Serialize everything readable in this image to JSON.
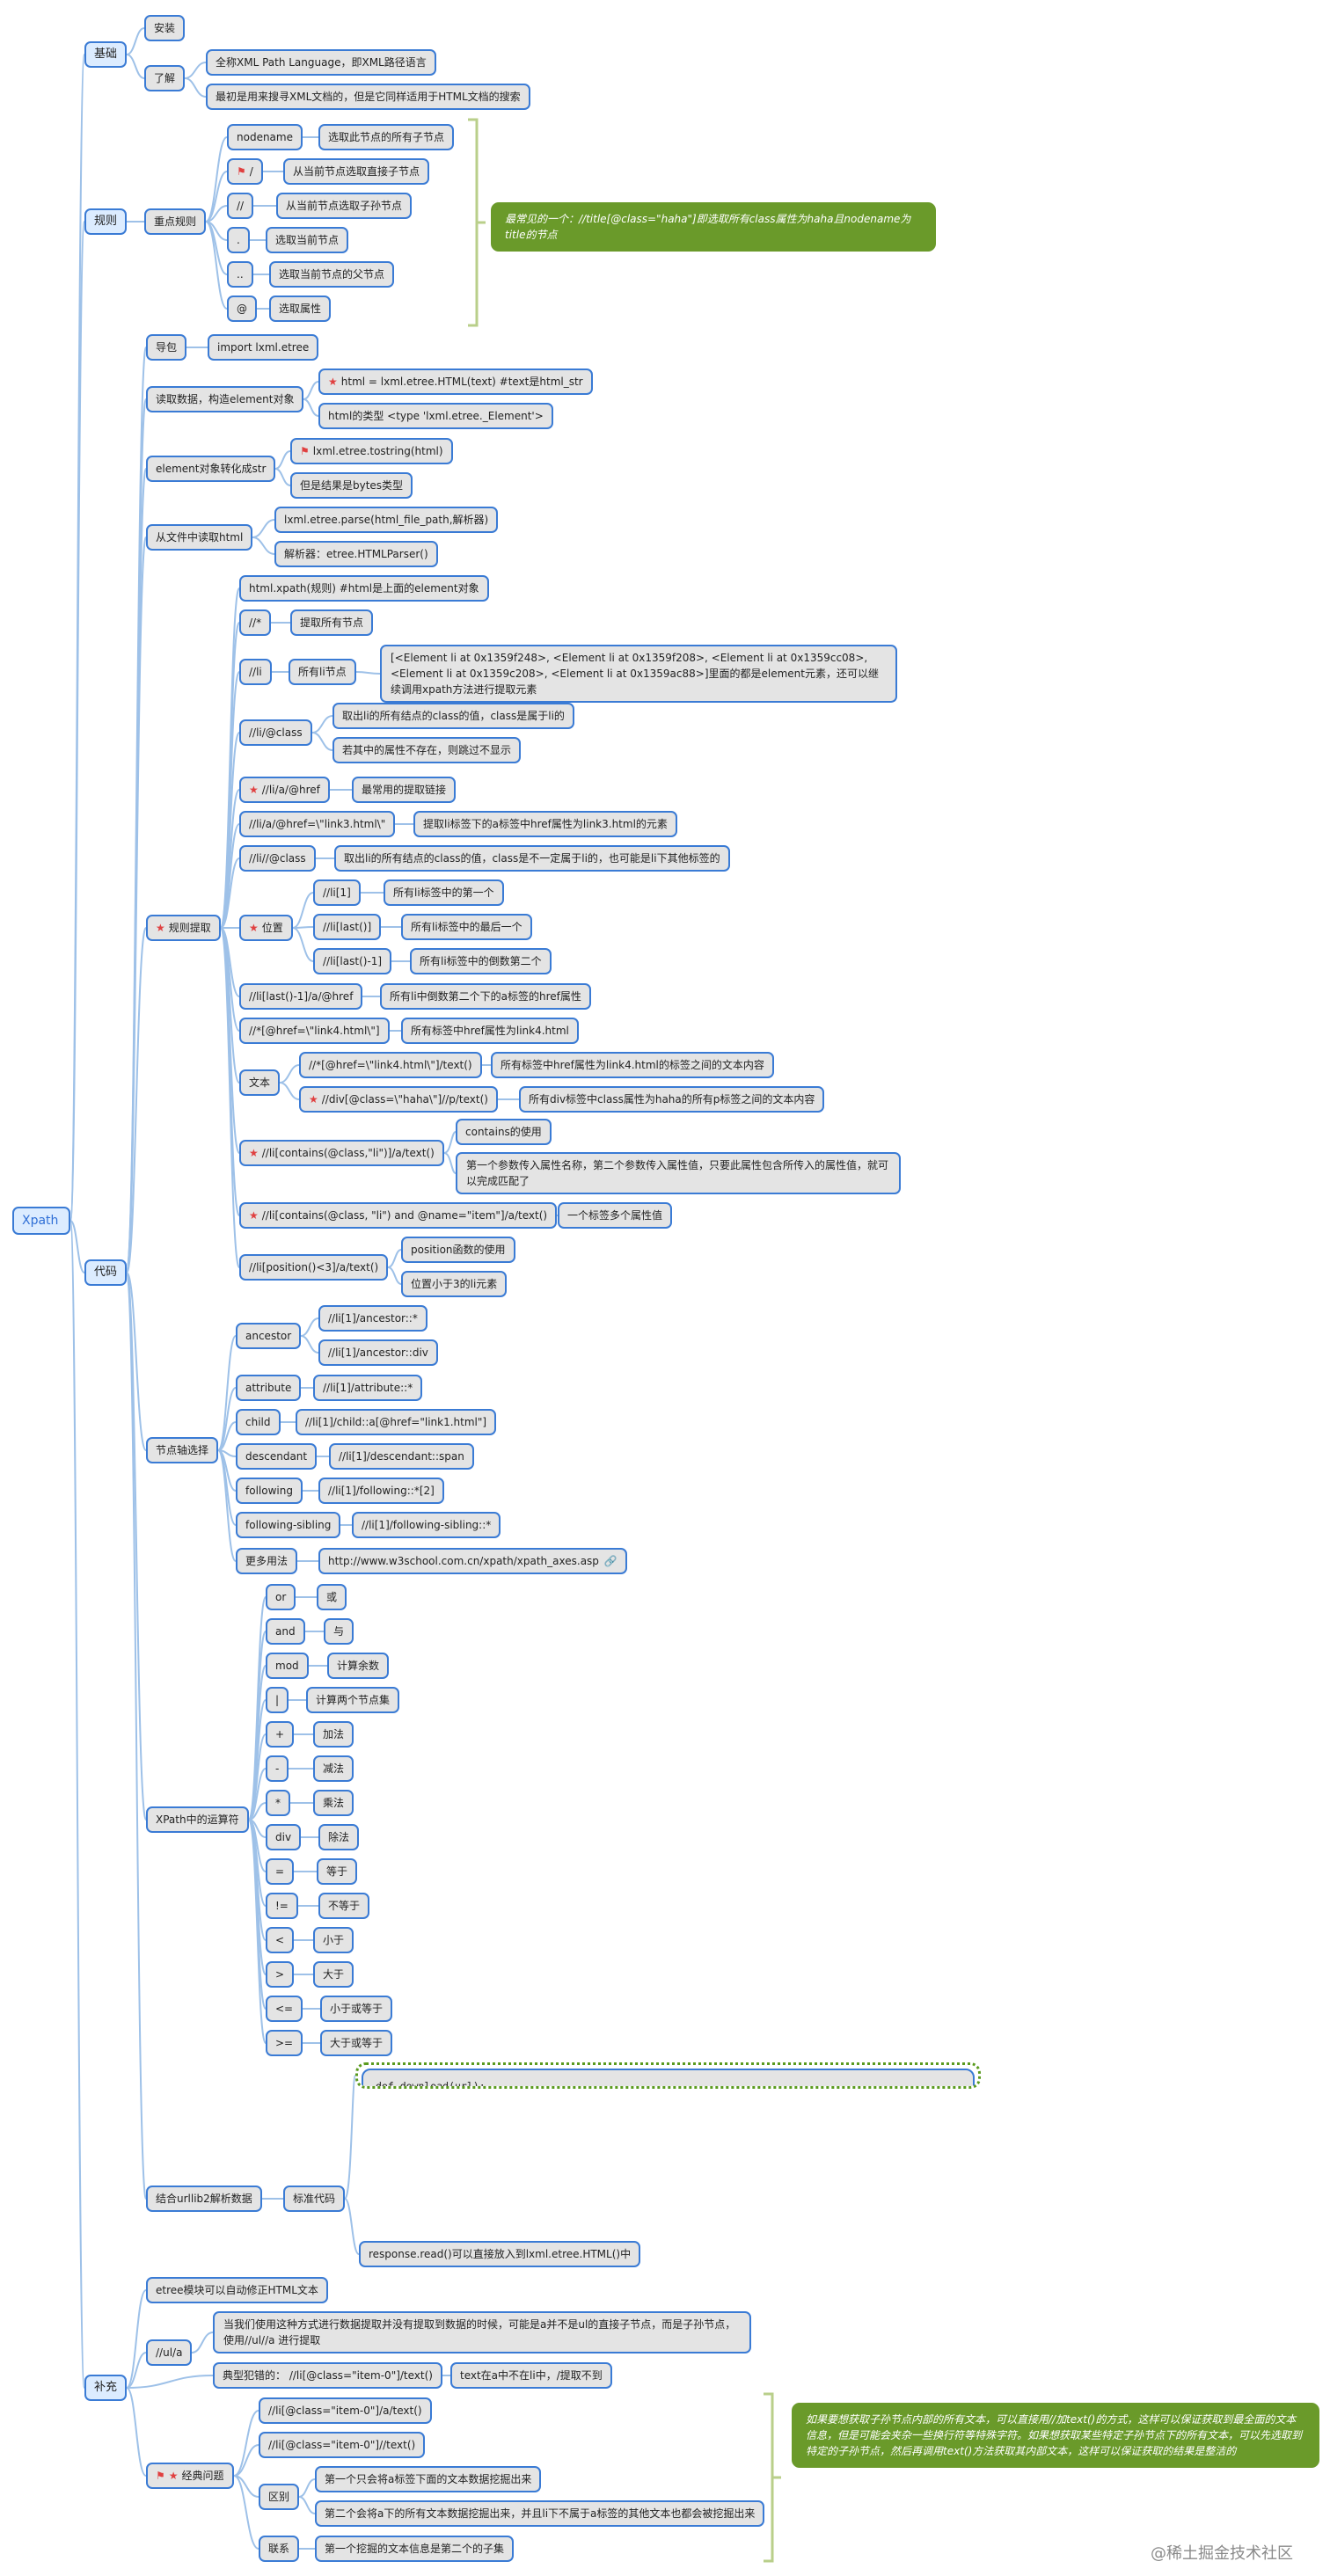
{
  "diagram": {
    "root": "Xpath",
    "nodes": {
      "jichu": "基础",
      "anzhuang": "安装",
      "liaojie": "了解",
      "liaojie_1": "全称XML Path Language，即XML路径语言",
      "liaojie_2": "最初是用来搜寻XML文档的，但是它同样适用于HTML文档的搜索",
      "guize": "规则",
      "zhongdian": "重点规则",
      "r_nodename": "nodename",
      "r_nodename_d": "选取此节点的所有子节点",
      "r_slash": "/",
      "r_slash_d": "从当前节点选取直接子节点",
      "r_dslash": "//",
      "r_dslash_d": "从当前节点选取子孙节点",
      "r_dot": ".",
      "r_dot_d": "选取当前节点",
      "r_ddot": "..",
      "r_ddot_d": "选取当前节点的父节点",
      "r_at": "@",
      "r_at_d": "选取属性",
      "guize_note": "最常见的一个：//title[@class=\"haha\"]即选取所有class属性为haha且nodename为title的节点",
      "daima": "代码",
      "daobao": "导包",
      "daobao_1": "import lxml.etree",
      "duqu": "读取数据，构造element对象",
      "duqu_1": "html = lxml.etree.HTML(text)  #text是html_str",
      "duqu_2": "html的类型  <type 'lxml.etree._Element'>",
      "elem2str": "element对象转化成str",
      "elem2str_1": "lxml.etree.tostring(html)",
      "elem2str_2": "但是结果是bytes类型",
      "fromfile": "从文件中读取html",
      "fromfile_1": "lxml.etree.parse(html_file_path,解析器)",
      "fromfile_2": "解析器：etree.HTMLParser()",
      "tiqu": "规则提取",
      "t_xpath": "html.xpath(规则)  #html是上面的element对象",
      "t_all": "//*",
      "t_all_d": "提取所有节点",
      "t_li": "//li",
      "t_li_a": "所有li节点",
      "t_li_b": "[<Element li at 0x1359f248>, <Element li at 0x1359f208>, <Element li at 0x1359cc08>, <Element li at 0x1359c208>, <Element li at 0x1359ac88>]里面的都是element元素，还可以继续调用xpath方法进行提取元素",
      "t_liclass": "//li/@class",
      "t_liclass_a": "取出li的所有结点的class的值，class是属于li的",
      "t_liclass_b": "若其中的属性不存在，则跳过不显示",
      "t_href": "//li/a/@href",
      "t_href_d": "最常用的提取链接",
      "t_link3": "//li/a/@href=\\\"link3.html\\\"",
      "t_link3_d": "提取li标签下的a标签中href属性为link3.html的元素",
      "t_lidclass": "//li//@class",
      "t_lidclass_d": "取出li的所有结点的class的值，class是不一定属于li的，也可能是li下其他标签的",
      "t_pos": "位置",
      "t_pos_1": "//li[1]",
      "t_pos_1d": "所有li标签中的第一个",
      "t_pos_2": "//li[last()]",
      "t_pos_2d": "所有li标签中的最后一个",
      "t_pos_3": "//li[last()-1]",
      "t_pos_3d": "所有li标签中的倒数第二个",
      "t_last": "//li[last()-1]/a/@href",
      "t_last_d": "所有li中倒数第二个下的a标签的href属性",
      "t_link4": "//*[@href=\\\"link4.html\\\"]",
      "t_link4_d": "所有标签中href属性为link4.html",
      "t_text": "文本",
      "t_text_1": "//*[@href=\\\"link4.html\\\"]/text()",
      "t_text_1d": "所有标签中href属性为link4.html的标签之间的文本内容",
      "t_text_2": "//div[@class=\\\"haha\\\"]//p/text()",
      "t_text_2d": "所有div标签中class属性为haha的所有p标签之间的文本内容",
      "t_contains": "//li[contains(@class,\"li\")]/a/text()",
      "t_contains_a": "contains的使用",
      "t_contains_b": "第一个参数传入属性名称，第二个参数传入属性值，只要此属性包含所传入的属性值，就可以完成匹配了",
      "t_and": "//li[contains(@class, \"li\") and @name=\"item\"]/a/text()",
      "t_and_d": "一个标签多个属性值",
      "t_position": "//li[position()<3]/a/text()",
      "t_position_a": "position函数的使用",
      "t_position_b": "位置小于3的li元素",
      "axis": "节点轴选择",
      "ax_ancestor": "ancestor",
      "ax_ancestor_1": "//li[1]/ancestor::*",
      "ax_ancestor_2": "//li[1]/ancestor::div",
      "ax_attribute": "attribute",
      "ax_attribute_1": "//li[1]/attribute::*",
      "ax_child": "child",
      "ax_child_1": "//li[1]/child::a[@href=\"link1.html\"]",
      "ax_desc": "descendant",
      "ax_desc_1": "//li[1]/descendant::span",
      "ax_following": "following",
      "ax_following_1": "//li[1]/following::*[2]",
      "ax_fsib": "following-sibling",
      "ax_fsib_1": "//li[1]/following-sibling::*",
      "ax_more": "更多用法",
      "ax_more_1": "http://www.w3school.com.cn/xpath/xpath_axes.asp",
      "ops": "XPath中的运算符",
      "op_or": "or",
      "op_or_d": "或",
      "op_and": "and",
      "op_and_d": "与",
      "op_mod": "mod",
      "op_mod_d": "计算余数",
      "op_pipe": "|",
      "op_pipe_d": "计算两个节点集",
      "op_plus": "+",
      "op_plus_d": "加法",
      "op_minus": "-",
      "op_minus_d": "减法",
      "op_mul": "*",
      "op_mul_d": "乘法",
      "op_div": "div",
      "op_div_d": "除法",
      "op_eq": "=",
      "op_eq_d": "等于",
      "op_ne": "!=",
      "op_ne_d": "不等于",
      "op_lt": "<",
      "op_lt_d": "小于",
      "op_gt": ">",
      "op_gt_d": "大于",
      "op_le": "<=",
      "op_le_d": "小于或等于",
      "op_ge": ">=",
      "op_ge_d": "大于或等于",
      "urllib": "结合urllib2解析数据",
      "biaozhun": "标准代码",
      "code": "def download(url):\n    headers = {\"User-Agent\": \"Mozilla/5.0 (compatible; MSIE 9.0; Windows NT 6.1; Trident/5.0);\"}\n    request = urllib2.Request(url,headers = headers)\n    response = urllib2.urlopen(request)\n    data = response.read()\n    html = lxml.etree.HTML(data)\n    e_html = html.xpath(\"//*[@class=\\\"emphasis\\\"]/text()\")\n    print(e_html)\n\ndownload(\"https://www.autohome.com.cn/166/#pvareaid=3311284\")",
      "urllib_note": "response.read()可以直接放入到lxml.etree.HTML()中",
      "buchong": "补充",
      "bc_fix": "etree模块可以自动修正HTML文本",
      "bc_uld": "//ul/a",
      "bc_uld_d": "当我们使用这种方式进行数据提取并没有提取到数据的时候，可能是a并不是ul的直接子节点，而是子孙节点，使用//ul//a 进行提取",
      "bc_trap": "典型犯错的：  //li[@class=\"item-0\"]/text()",
      "bc_trap_d": "text在a中不在li中，/提取不到",
      "bc_classic": "经典问题",
      "bc_c1": "//li[@class=\"item-0\"]/a/text()",
      "bc_c2": "//li[@class=\"item-0\"]//text()",
      "bc_diff": "区别",
      "bc_diff_1": "第一个只会将a标签下面的文本数据挖掘出来",
      "bc_diff_2": "第二个会将a下的所有文本数据挖掘出来，并且li下不属于a标签的其他文本也都会被挖掘出来",
      "bc_link": "联系",
      "bc_link_1": "第一个挖掘的文本信息是第二个的子集",
      "bc_note": "如果要想获取子孙节点内部的所有文本，可以直接用//加text()的方式，这样可以保证获取到最全面的文本信息，但是可能会夹杂一些换行符等特殊字符。如果想获取某些特定子孙节点下的所有文本，可以先选取到特定的子孙节点，然后再调用text()方法获取其内部文本，这样可以保证获取的结果是整洁的"
    }
  },
  "watermark": "@稀土掘金技术社区",
  "colors": {
    "border": "#3a7bd5",
    "node_fill": "#e4e4e4",
    "note_fill": "#6a9a2a",
    "edge": "#9ec1e8",
    "bracket": "#b9cf8a"
  },
  "icons": {
    "star": "star-icon",
    "flag": "flag-icon",
    "link": "link-icon"
  }
}
